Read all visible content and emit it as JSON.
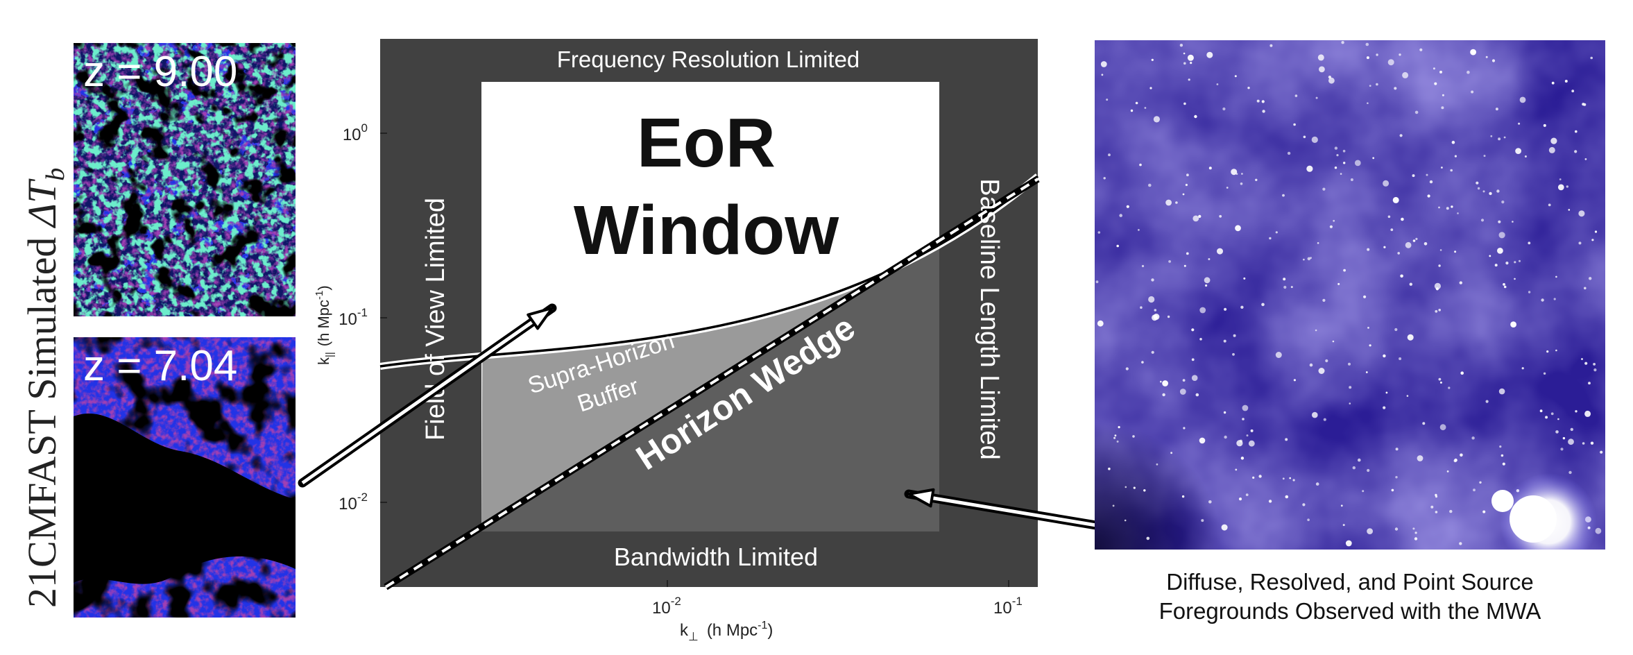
{
  "left_panel": {
    "side_title_prefix": "21CMFAST Simulated ",
    "side_title_symbol": "ΔT",
    "side_title_subscript": "b",
    "maps": [
      {
        "label": "z = 9.00",
        "ionized_fraction": "low",
        "colors": [
          "#1b2fe0",
          "#3a4cf0",
          "#5b1a7a",
          "#20c8a0",
          "#000000"
        ]
      },
      {
        "label": "z = 7.04",
        "ionized_fraction": "high",
        "colors": [
          "#1b2fe0",
          "#3a4cf0",
          "#5b1a7a",
          "#000000"
        ]
      }
    ]
  },
  "plot": {
    "y_axis_label_main": "k",
    "y_axis_label_sub": "||",
    "y_axis_label_units": "(h Mpc",
    "y_axis_label_units_sup": "-1",
    "y_axis_label_units_close": ")",
    "x_axis_label_main": "k",
    "x_axis_label_sub": "⊥",
    "x_axis_label_units": "(h Mpc",
    "x_axis_label_units_sup": "-1",
    "x_axis_label_units_close": ")",
    "y_ticks": [
      {
        "base": "10",
        "exp": "0",
        "value": 1
      },
      {
        "base": "10",
        "exp": "-1",
        "value": 0.1
      },
      {
        "base": "10",
        "exp": "-2",
        "value": 0.01
      }
    ],
    "x_ticks": [
      {
        "base": "10",
        "exp": "-2",
        "value": 0.01
      },
      {
        "base": "10",
        "exp": "-1",
        "value": 0.1
      }
    ],
    "regions": {
      "top_label": "Frequency Resolution Limited",
      "bottom_label": "Bandwidth Limited",
      "left_label": "Field of View Limited",
      "right_label": "Baseline Length Limited",
      "window_line1": "EoR",
      "window_line2": "Window",
      "buffer_line1": "Supra-Horizon",
      "buffer_line2": "Buffer",
      "wedge_label": "Horizon Wedge"
    },
    "colors": {
      "frame": "#414141",
      "window": "#ffffff",
      "buffer": "#9a9a9a",
      "wedge": "#5e5e5e"
    }
  },
  "right_panel": {
    "caption_line1": "Diffuse, Resolved, and Point Source",
    "caption_line2": "Foregrounds Observed with the MWA",
    "colors": [
      "#2a1f8f",
      "#4a3fd0",
      "#7c6cf2",
      "#ffffff"
    ]
  }
}
